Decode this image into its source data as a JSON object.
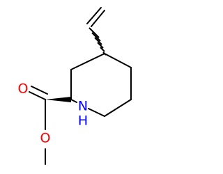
{
  "molecule": {
    "atoms": {
      "nitrogen": {
        "label": "N",
        "h_label": "H",
        "color": "#0000ff"
      },
      "carbonyl_oxygen": {
        "label": "O",
        "color": "#ff0000"
      },
      "ester_oxygen": {
        "label": "O",
        "color": "#ff0000"
      }
    },
    "bond_color": "#000000"
  }
}
